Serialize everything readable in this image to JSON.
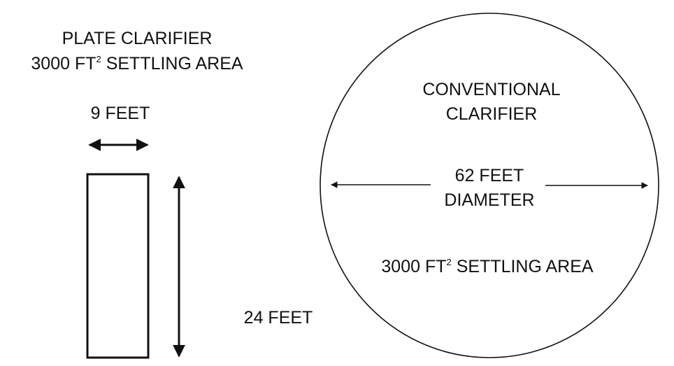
{
  "plate": {
    "title_line1": "PLATE CLARIFIER",
    "title_line2_prefix": "3000 FT",
    "title_line2_sup": "2",
    "title_line2_suffix": " SETTLING AREA",
    "width_label": "9 FEET",
    "length_label": "24 FEET"
  },
  "conventional": {
    "title_line1": "CONVENTIONAL",
    "title_line2": "CLARIFIER",
    "diameter_line1": "62 FEET",
    "diameter_line2": "DIAMETER",
    "area_prefix": "3000 FT",
    "area_sup": "2",
    "area_suffix": " SETTLING AREA"
  }
}
